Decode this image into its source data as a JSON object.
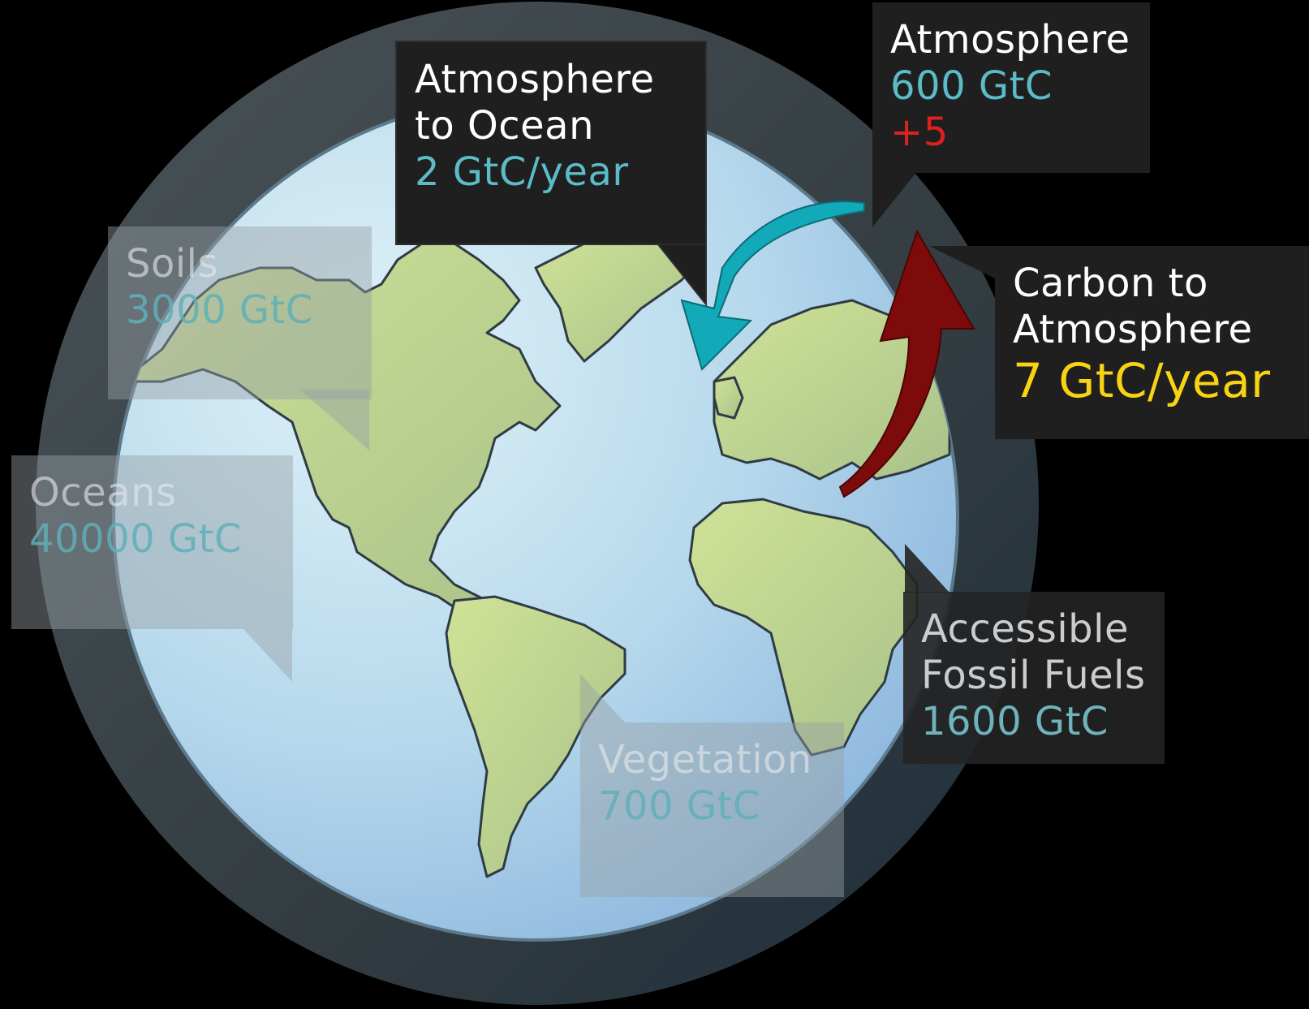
{
  "labels": {
    "soils": {
      "title": "Soils",
      "value": "3000 GtC"
    },
    "oceans": {
      "title": "Oceans",
      "value": "40000 GtC"
    },
    "vegetation": {
      "title": "Vegetation",
      "value": "700 GtC"
    },
    "fossil_fuels": {
      "title_line1": "Accessible",
      "title_line2": "Fossil Fuels",
      "value": "1600 GtC"
    },
    "atmosphere": {
      "title": "Atmosphere",
      "value": "600 GtC",
      "change": "+5"
    },
    "atmosphere_to_ocean": {
      "title_line1": "Atmosphere",
      "title_line2": "to Ocean",
      "rate": "2 GtC/year"
    },
    "carbon_to_atmosphere": {
      "title_line1": "Carbon to",
      "title_line2": "Atmosphere",
      "rate": "7 GtC/year"
    }
  },
  "colors": {
    "background": "#000000",
    "ocean_light": "#d6eef6",
    "ocean_dark": "#8fb8de",
    "land": "#c3d68e",
    "coast": "#2f3b44",
    "atmosphere_ring": "#3b4448",
    "arrow_cyan": "#12a9b8",
    "arrow_red": "#7d0b0b",
    "value_teal": "#5bbcc8",
    "change_red": "#e0201f",
    "rate_yellow": "#f8d313"
  },
  "icons": [
    "globe-icon",
    "atmosphere-to-ocean-arrow-icon",
    "carbon-to-atmosphere-arrow-icon"
  ]
}
